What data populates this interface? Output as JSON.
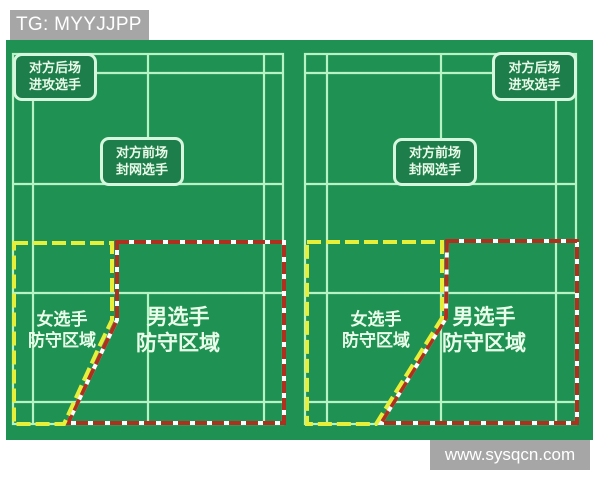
{
  "watermarks": {
    "top_left": "TG: MYYJJPP",
    "bottom_right": "www.sysqcn.com"
  },
  "colors": {
    "field": "#1f9152",
    "court_lines": "#b8f3c6",
    "female_zone_border": "#e6f03a",
    "male_zone_border": "#b0301f",
    "label_box_fill": "#1e7e4b",
    "label_box_border": "#d6f7dd"
  },
  "courts": [
    {
      "id": "left",
      "labels": {
        "opponent_back": [
          "对方后场",
          "进攻选手"
        ],
        "opponent_front": [
          "对方前场",
          "封网选手"
        ],
        "female_zone": [
          "女选手",
          "防守区域"
        ],
        "male_zone": [
          "男选手",
          "防守区域"
        ]
      }
    },
    {
      "id": "right",
      "labels": {
        "opponent_back": [
          "对方后场",
          "进攻选手"
        ],
        "opponent_front": [
          "对方前场",
          "封网选手"
        ],
        "female_zone": [
          "女选手",
          "防守区域"
        ],
        "male_zone": [
          "男选手",
          "防守区域"
        ]
      }
    }
  ]
}
